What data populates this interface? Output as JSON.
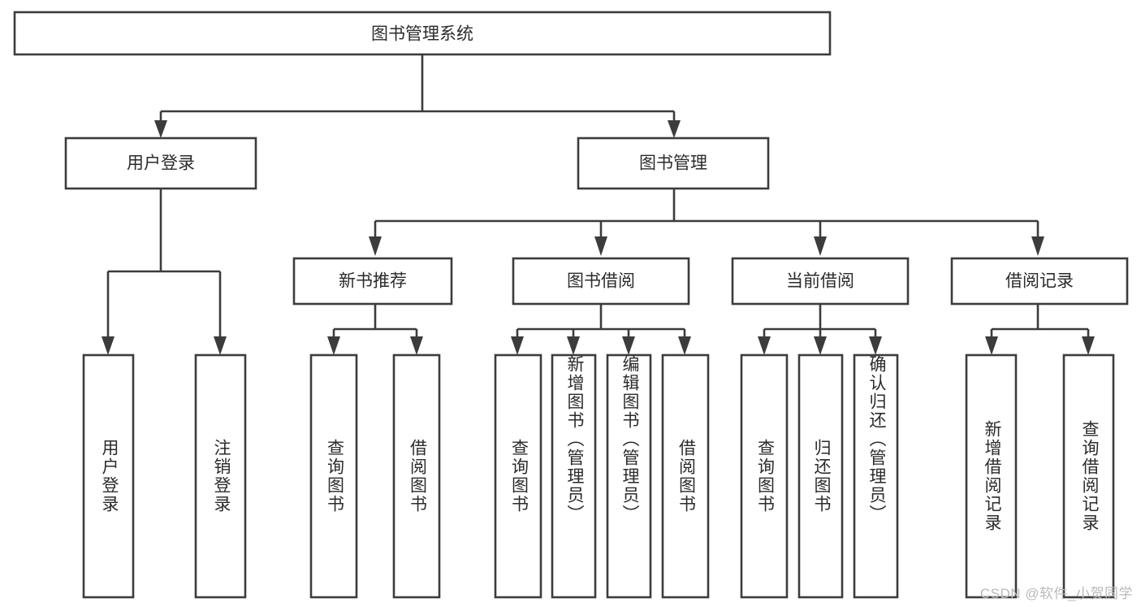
{
  "diagram": {
    "title": "图书管理系统",
    "watermark": "CSDN @软件_小贺同学",
    "root": {
      "label": "图书管理系统"
    },
    "level1": [
      {
        "label": "用户登录"
      },
      {
        "label": "图书管理"
      }
    ],
    "level2": [
      {
        "label": "新书推荐"
      },
      {
        "label": "图书借阅"
      },
      {
        "label": "当前借阅"
      },
      {
        "label": "借阅记录"
      }
    ],
    "leaves": {
      "user_login": [
        {
          "label": "用户登录"
        },
        {
          "label": "注销登录"
        }
      ],
      "new_book_recommend": [
        {
          "label": "查询图书"
        },
        {
          "label": "借阅图书"
        }
      ],
      "book_borrow": [
        {
          "label": "查询图书"
        },
        {
          "label": "新增图书（管理员）"
        },
        {
          "label": "编辑图书（管理员）"
        },
        {
          "label": "借阅图书"
        }
      ],
      "current_borrow": [
        {
          "label": "查询图书"
        },
        {
          "label": "归还图书"
        },
        {
          "label": "确认归还（管理员）"
        }
      ],
      "borrow_records": [
        {
          "label": "新增借阅记录"
        },
        {
          "label": "查询借阅记录"
        }
      ]
    }
  },
  "colors": {
    "stroke": "#3c3c3c",
    "fill": "#ffffff",
    "text": "#2b2b2b",
    "watermark": "#b9b9b9"
  }
}
